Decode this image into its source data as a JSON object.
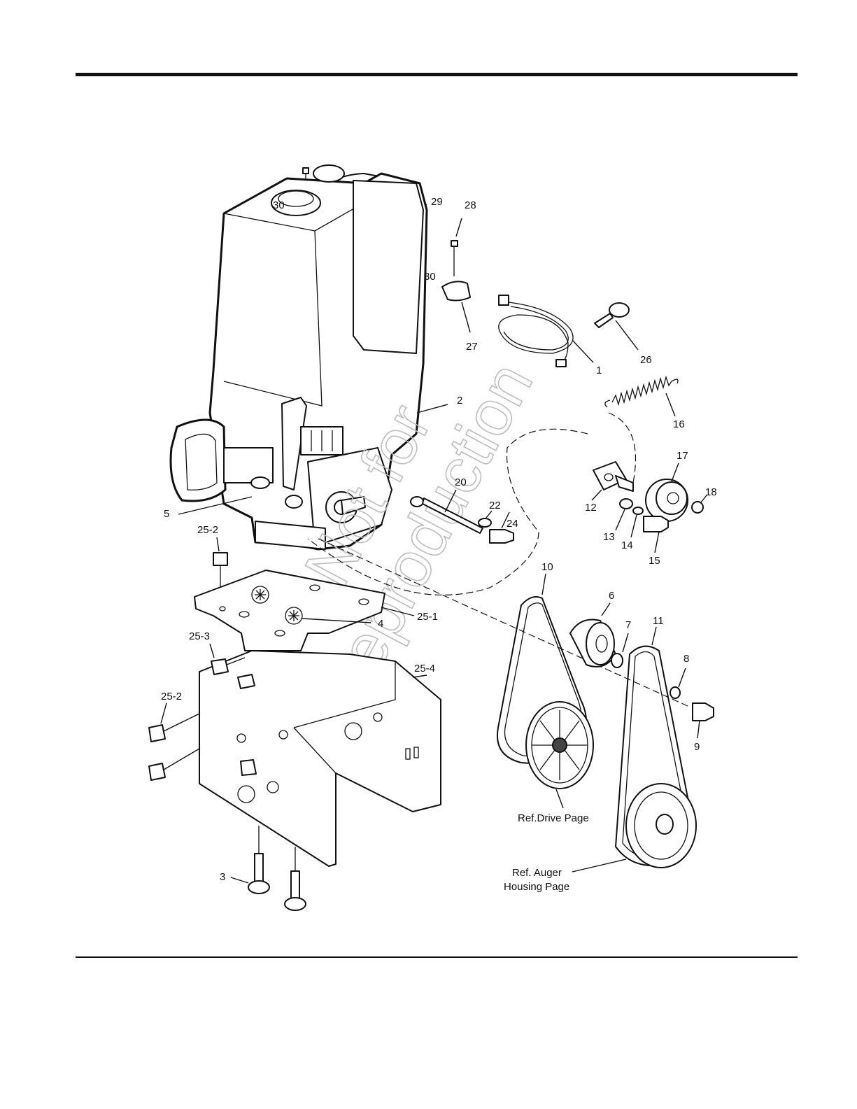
{
  "callouts": {
    "c1": "1",
    "c2": "2",
    "c3": "3",
    "c4": "4",
    "c5": "5",
    "c6": "6",
    "c7": "7",
    "c8": "8",
    "c9": "9",
    "c10": "10",
    "c11": "11",
    "c12": "12",
    "c13": "13",
    "c14": "14",
    "c15": "15",
    "c16": "16",
    "c17": "17",
    "c18": "18",
    "c20": "20",
    "c22": "22",
    "c24": "24",
    "c25_1": "25-1",
    "c25_2a": "25-2",
    "c25_2b": "25-2",
    "c25_3": "25-3",
    "c25_4": "25-4",
    "c26": "26",
    "c27": "27",
    "c28": "28",
    "c29": "29",
    "c30a": "30",
    "c30b": "30"
  },
  "references": {
    "drive_page": "Ref.Drive Page",
    "auger_line1": "Ref. Auger",
    "auger_line2": "Housing Page"
  },
  "watermark": {
    "line1": "Not for",
    "line2": "Reproduction"
  }
}
